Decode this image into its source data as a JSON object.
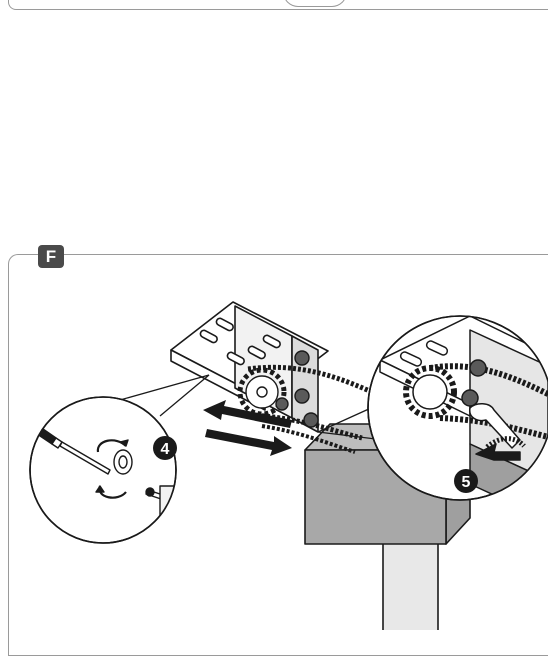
{
  "section": {
    "label": "F"
  },
  "steps": {
    "step4": "4",
    "step5": "5"
  }
}
